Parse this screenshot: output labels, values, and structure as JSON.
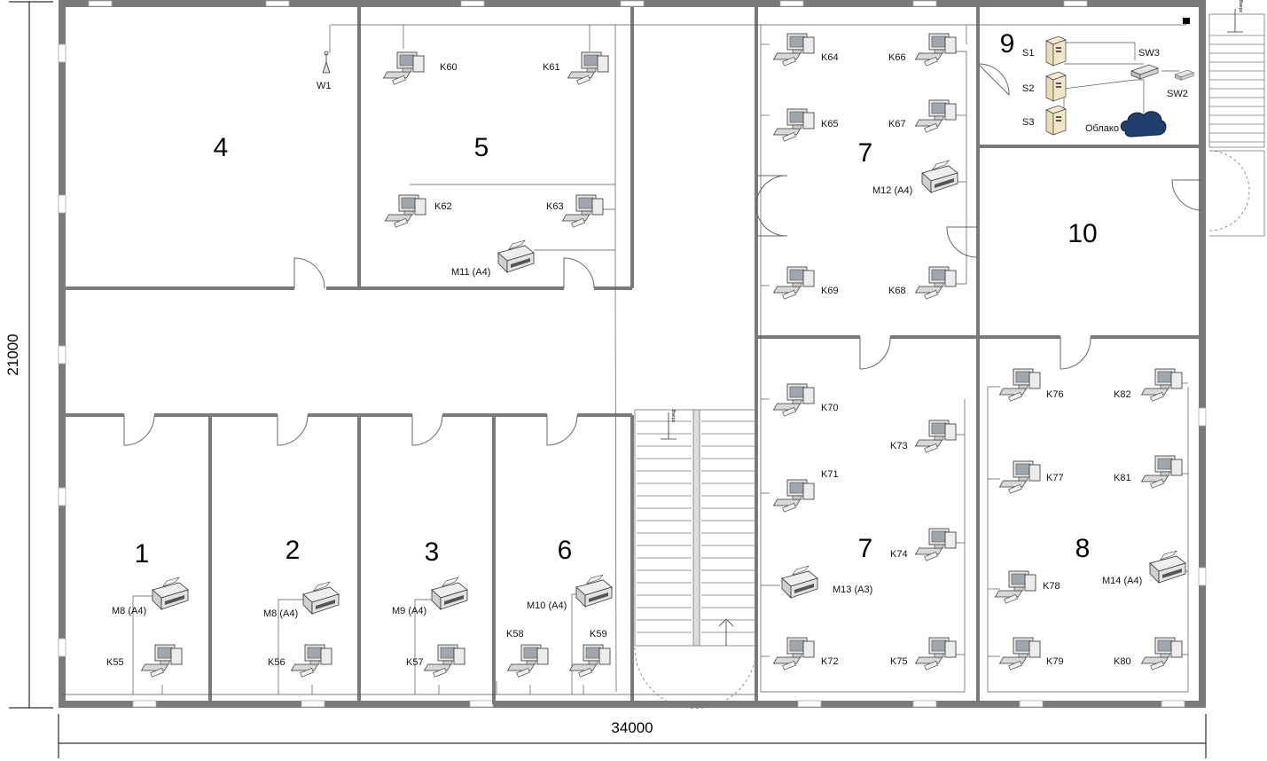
{
  "dimensions": {
    "width_label": "34000",
    "height_label": "21000"
  },
  "rooms": [
    {
      "id": "room-1",
      "label": "1"
    },
    {
      "id": "room-2",
      "label": "2"
    },
    {
      "id": "room-3",
      "label": "3"
    },
    {
      "id": "room-4",
      "label": "4"
    },
    {
      "id": "room-5",
      "label": "5"
    },
    {
      "id": "room-6",
      "label": "6"
    },
    {
      "id": "room-7a",
      "label": "7"
    },
    {
      "id": "room-7b",
      "label": "7"
    },
    {
      "id": "room-8",
      "label": "8"
    },
    {
      "id": "room-9",
      "label": "9"
    },
    {
      "id": "room-10",
      "label": "10"
    }
  ],
  "computers": [
    "K55",
    "K56",
    "K57",
    "K58",
    "K59",
    "K60",
    "K61",
    "K62",
    "K63",
    "K64",
    "K65",
    "K66",
    "K67",
    "K68",
    "K69",
    "K70",
    "K71",
    "K72",
    "K73",
    "K74",
    "K75",
    "K76",
    "K77",
    "K78",
    "K79",
    "K80",
    "K81",
    "K82"
  ],
  "printers": {
    "m8a": "M8 (A4)",
    "m8b": "M8 (A4)",
    "m9": "M9 (A4)",
    "m10": "M10 (A4)",
    "m11": "M11 (A4)",
    "m12": "M12 (A4)",
    "m13": "M13 (A3)",
    "m14": "M14 (A4)"
  },
  "servers": [
    "S1",
    "S2",
    "S3"
  ],
  "network": {
    "sw3": "SW3",
    "sw2": "SW2",
    "wifi": "W1",
    "cloud": "Облако"
  },
  "stairs": {
    "up_label": "Вверх"
  }
}
